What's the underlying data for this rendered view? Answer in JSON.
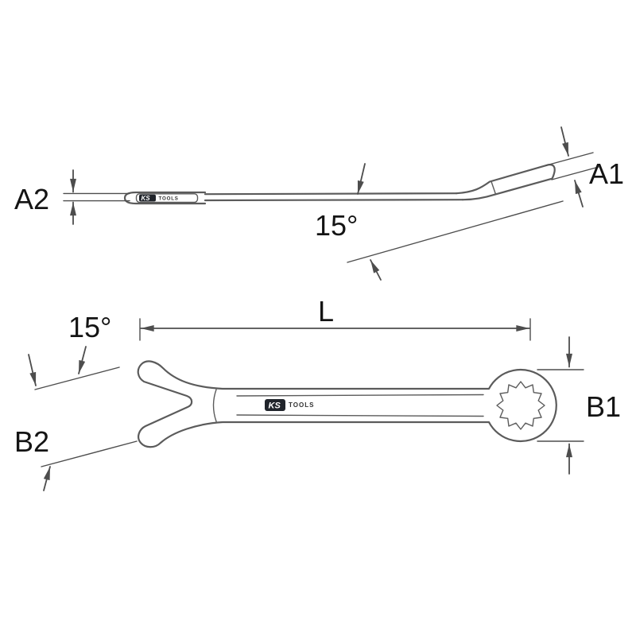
{
  "figure": {
    "colors": {
      "line": "#5b5b5b",
      "dimension": "#4d4d4d",
      "text": "#141414",
      "logo_bg": "#20242b",
      "logo_text": "#ffffff",
      "background": "#ffffff"
    },
    "side_view": {
      "label_a2": "A2",
      "label_a1": "A1",
      "angle_label": "15°",
      "logo": {
        "ks": "KS",
        "tools": "TOOLS"
      }
    },
    "top_view": {
      "angle_label": "15°",
      "length_label": "L",
      "label_b1": "B1",
      "label_b2": "B2",
      "logo": {
        "ks": "KS",
        "tools": "TOOLS"
      }
    }
  }
}
